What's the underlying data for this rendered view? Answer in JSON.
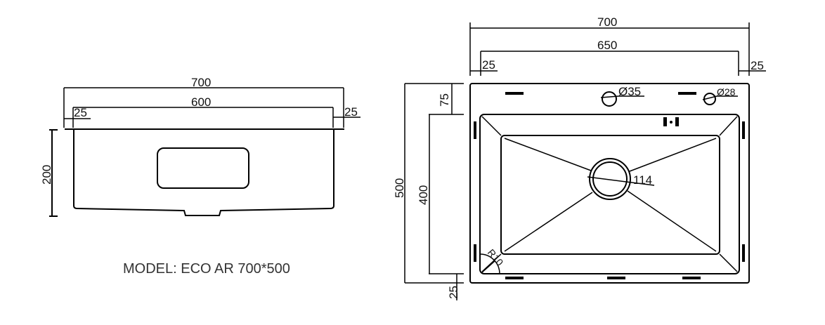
{
  "front_view": {
    "dims": {
      "overall_width": "700",
      "bowl_width": "600",
      "left_flange": "25",
      "right_flange": "25",
      "depth": "200"
    }
  },
  "model_label": "MODEL: ECO AR 700*500",
  "top_view": {
    "dims": {
      "overall_width": "700",
      "inner_width": "650",
      "left_margin": "25",
      "right_margin": "25",
      "overall_depth": "500",
      "back_margin": "75",
      "bowl_depth": "400",
      "front_margin": "25",
      "tap_hole": "Ø35",
      "accessory_hole": "Ø28",
      "drain": "114",
      "corner_radius": "R10"
    }
  }
}
